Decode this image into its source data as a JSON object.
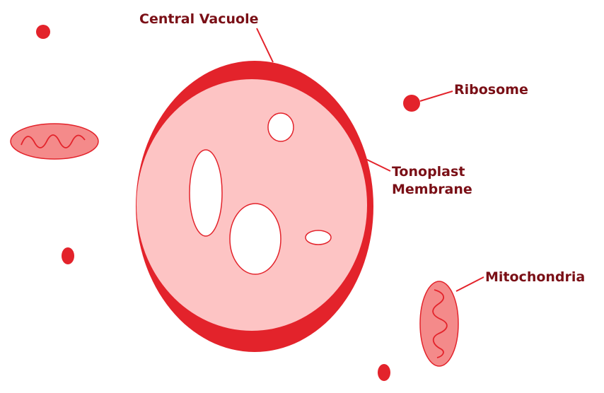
{
  "colors": {
    "dark_red": "#e3232b",
    "pale_red": "#fdc4c4",
    "mito_fill": "#f48a8a",
    "white": "#ffffff",
    "label_text": "#7a0f16"
  },
  "labels": {
    "central_vacuole": "Central Vacuole",
    "ribosome": "Ribosome",
    "tonoplast_line1": "Tonoplast",
    "tonoplast_line2": "Membrane",
    "mitochondria": "Mitochondria"
  }
}
